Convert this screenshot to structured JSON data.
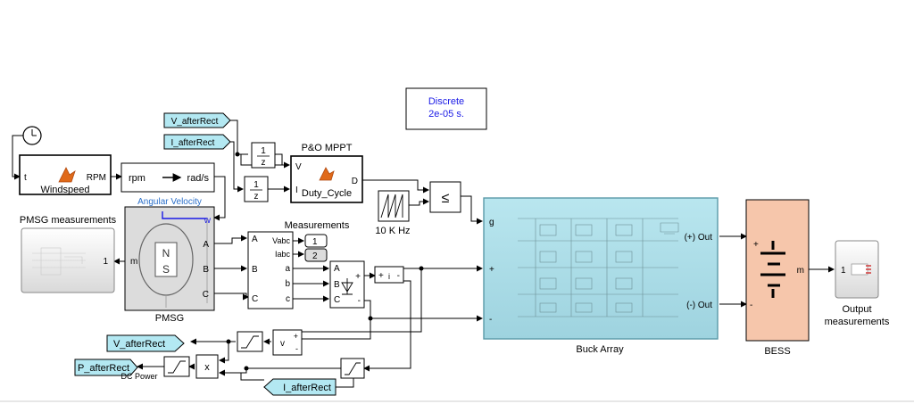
{
  "model": {
    "solver": {
      "line1": "Discrete",
      "line2": "2e-05 s."
    },
    "tags": {
      "v_after_rect_top": "V_afterRect",
      "i_after_rect_top": "I_afterRect",
      "v_after_rect_bottom": "V_afterRect",
      "p_after_rect": "P_afterRect",
      "i_after_rect_bottom": "I_afterRect"
    },
    "blocks": {
      "windspeed": {
        "name": "Windspeed",
        "in_port": "t",
        "out_port": "RPM"
      },
      "converter": {
        "in": "rpm",
        "out": "rad/s",
        "name": "Angular Velocity"
      },
      "pmsg": {
        "name": "PMSG",
        "port_w": "w",
        "port_m": "m",
        "ports": [
          "A",
          "B",
          "C"
        ]
      },
      "pmsg_measurements": {
        "name": "PMSG measurements",
        "in": "1"
      },
      "unit_delay_1": {
        "num": "1",
        "den": "z"
      },
      "unit_delay_2": {
        "num": "1",
        "den": "z"
      },
      "mppt": {
        "title": "P&O MPPT",
        "in_v": "V",
        "in_i": "I",
        "label": "Duty_Cycle",
        "out": "D"
      },
      "carrier": {
        "name": "10 K Hz"
      },
      "relational": {
        "symbol": "≤"
      },
      "measurements": {
        "name": "Measurements",
        "left_ports": [
          "A",
          "B",
          "C"
        ],
        "right_ports": [
          "a",
          "b",
          "c"
        ],
        "vabc": "Vabc",
        "iabc": "Iabc",
        "out1": "1",
        "out2": "2"
      },
      "rectifier": {
        "ports": [
          "A",
          "B",
          "C"
        ],
        "plus": "+",
        "minus": "-"
      },
      "current_sensor": {
        "plus": "+",
        "minus": "-",
        "i": "i"
      },
      "voltage_sensor": {
        "label": "v",
        "plus": "+",
        "minus": "-"
      },
      "product": {
        "symbol": "x"
      },
      "dc_power": {
        "name": "DC Power"
      },
      "buck_array": {
        "name": "Buck Array",
        "port_g": "g",
        "port_plus": "+",
        "port_minus": "-",
        "out_pos": "(+) Out",
        "out_neg": "(-) Out"
      },
      "bess": {
        "name": "BESS",
        "plus": "+",
        "minus": "-",
        "port_m": "m"
      },
      "output_measurements": {
        "name_line1": "Output",
        "name_line2": "measurements",
        "in": "1"
      }
    }
  }
}
